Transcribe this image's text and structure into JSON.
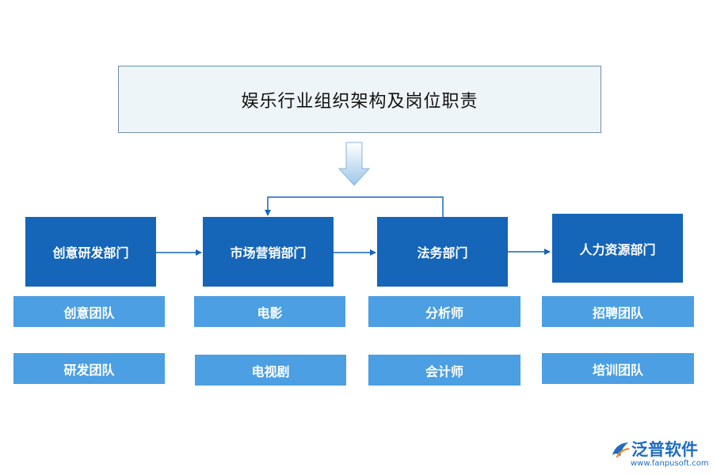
{
  "title": "娱乐行业组织架构及岗位职责",
  "departments": [
    {
      "label": "创意研发部门",
      "teams": [
        "创意团队",
        "研发团队"
      ]
    },
    {
      "label": "市场营销部门",
      "teams": [
        "电影",
        "电视剧"
      ]
    },
    {
      "label": "法务部门",
      "teams": [
        "分析师",
        "会计师"
      ]
    },
    {
      "label": "人力资源部门",
      "teams": [
        "招聘团队",
        "培训团队"
      ]
    }
  ],
  "logo": {
    "name": "泛普软件",
    "url": "www.fanpusoft.com"
  },
  "colors": {
    "department": "#1565b8",
    "team": "#4c9fe2",
    "title_bg": "#eef5f8"
  }
}
